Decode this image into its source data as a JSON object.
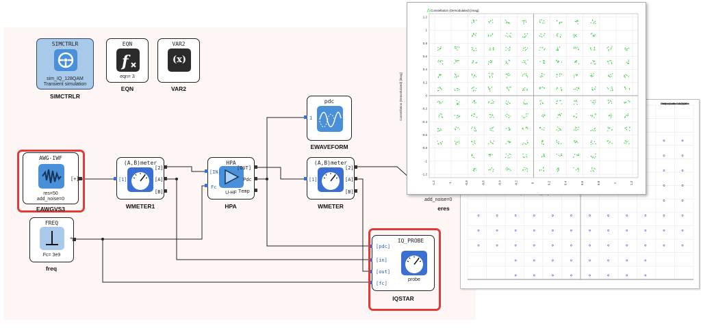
{
  "blocks": {
    "simctrlr": {
      "title": "SIMCTRLR",
      "line1": "sim_IQ_128QAM",
      "line2": "Transient simulation",
      "name": "SIMCTRLR"
    },
    "eqn": {
      "title": "EQN",
      "param": "eqn= 3",
      "name": "EQN"
    },
    "var2": {
      "title": "VAR2",
      "name": "VAR2",
      "glyph": "(x)"
    },
    "awg": {
      "title": "AWG-IWF",
      "param1": "res=50",
      "param2": "add_noise=0",
      "name": "EAWGVS3",
      "port": "[+]"
    },
    "freq": {
      "title": "FREQ",
      "param": "Fc= 3e9",
      "name": "freq",
      "port": "+"
    },
    "wmeter1": {
      "title": "(A,B)meter",
      "name": "WMETER1",
      "in": "[1]",
      "p2": "[2]",
      "pa": "[A]",
      "pb": "[B]"
    },
    "hpa": {
      "title": "HPA",
      "sub": "U-HF",
      "name": "HPA",
      "in": "[IN]",
      "fc": "Fc",
      "out": "[OUT]",
      "pdc": "Pdc",
      "temp": "Temp"
    },
    "ewaveform": {
      "title": "pdc",
      "name": "EWAVEFORM",
      "in": "1"
    },
    "wmeter": {
      "title": "(A,B)meter",
      "name": "WMETER",
      "in": "[1]",
      "p2": "[2]",
      "pa": "[A]",
      "pb": "[B]"
    },
    "iqprobe": {
      "title": "IQ_PROBE",
      "label": "probe",
      "name": "IQSTAR",
      "p1": "[pdc]",
      "p2": "[in]",
      "p3": "[out]",
      "p4": "[fc]"
    },
    "eres": {
      "param": "add_noise=0",
      "name": "eres"
    }
  },
  "plots": {
    "top": {
      "title": "Constellation (Demodulated) [imag]",
      "ylabel": "Constellation (Demodulated) [imag]",
      "yticks": [
        "1.2",
        "1",
        "0.8",
        "0.6",
        "0.4",
        "0.2",
        "0",
        "-0.2",
        "-0.4",
        "-0.6",
        "-0.8",
        "-1",
        "-1.2"
      ],
      "xticks": [
        "-1.2",
        "-1",
        "-0.8",
        "-0.6",
        "-0.4",
        "-0.2",
        "0",
        "0.2",
        "0.4",
        "0.6",
        "0.8",
        "1",
        "1.2"
      ],
      "point_color": "#3ad13a"
    },
    "bottom": {
      "title": "Constellation (Demodulated) [real]",
      "legend": [
        "Unmodulated waveform",
        "Simple pulse 64-QAM",
        "SNR: 40 dB, 0.5 T dB",
        "Demodulated waveform",
        "Simple pulse 128-QAM",
        "SNR: 40 dB, 0.5 T dB"
      ],
      "point_color": "#5a5acf"
    }
  },
  "colors": {
    "highlight": "#e03a3a",
    "icon_blue": "#4a90d9",
    "icon_dark": "#2b2b2b",
    "wire": "#222222"
  }
}
